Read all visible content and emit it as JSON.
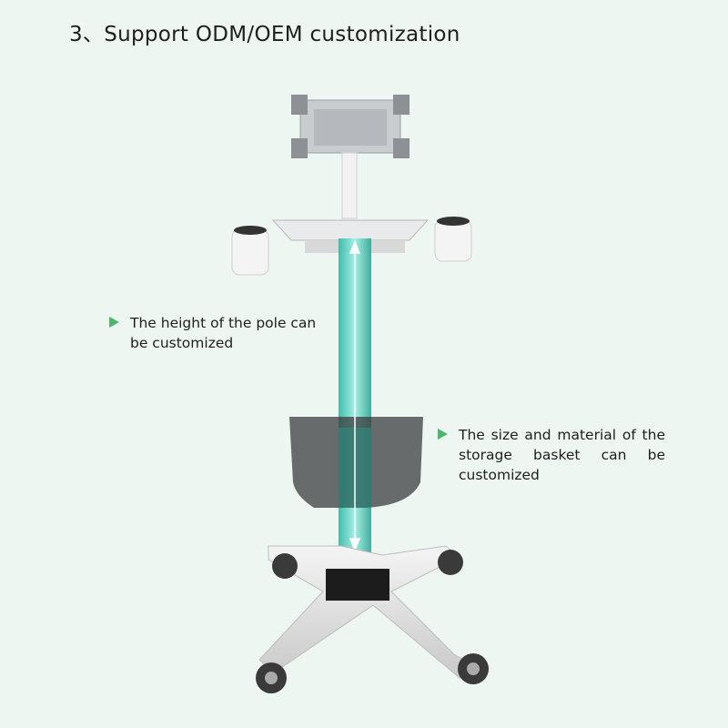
{
  "title": "3、Support ODM/OEM customization",
  "notes": [
    {
      "icon": "triangle-bullet-icon",
      "text": "The height of the pole can be customized"
    },
    {
      "icon": "triangle-bullet-icon",
      "text": "The size and material of the storage basket can be customized"
    }
  ],
  "colors": {
    "background": "#eef6f2",
    "accent": "#4cb66e",
    "pole_highlight": "#5fd3c0"
  }
}
